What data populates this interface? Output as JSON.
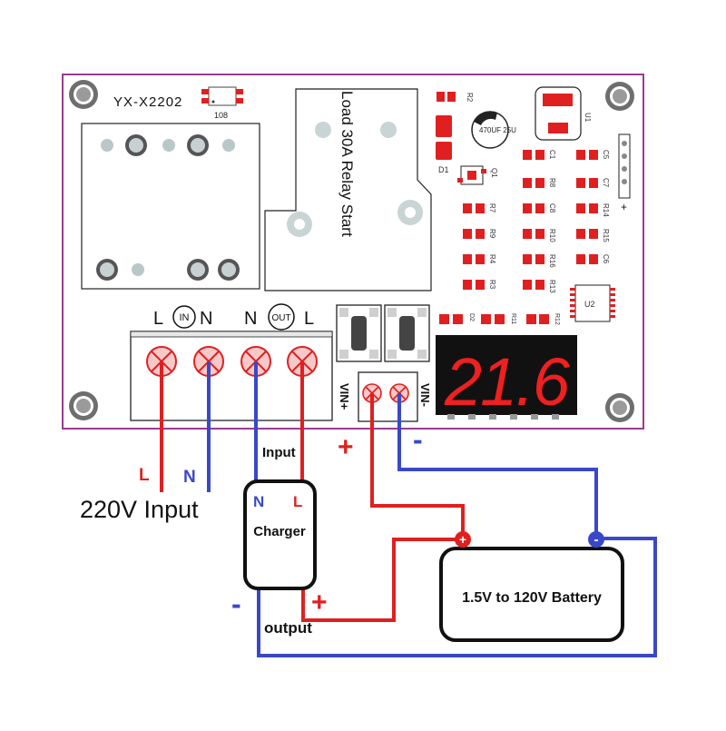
{
  "board": {
    "model": "YX-X2202",
    "chip_label": "108",
    "relay_label": "Load 30A Relay Start",
    "in_label": "IN",
    "out_label": "OUT",
    "in_l": "L",
    "in_n": "N",
    "out_n": "N",
    "out_l": "L",
    "vin_plus_label": "VIN+",
    "vin_minus_label": "VIN-",
    "display_value": "21.6",
    "capacitor_label": "470UF 25U",
    "components": {
      "r2": "R2",
      "d1": "D1",
      "q1": "Q1",
      "u1": "U1",
      "u2": "U2",
      "c1": "C1",
      "c5": "C5",
      "r8": "R8",
      "c7": "C7",
      "c8": "C8",
      "r14": "R14",
      "r7": "R7",
      "r10": "R10",
      "r15": "R15",
      "r9": "R9",
      "r16": "R16",
      "c6": "C6",
      "r4": "R4",
      "r3": "R3",
      "r13": "R13",
      "d2": "D2",
      "r11": "R11",
      "r12": "R12",
      "plus_mark": "+"
    }
  },
  "wiring": {
    "input_l": "L",
    "input_n": "N",
    "input_caption": "220V Input",
    "charger_title": "Charger",
    "charger_input_label": "Input",
    "charger_n": "N",
    "charger_l": "L",
    "charger_output_label": "output",
    "charger_plus": "+",
    "charger_minus": "-",
    "vin_plus_mark": "+",
    "vin_minus_mark": "-",
    "battery_label": "1.5V to 120V Battery",
    "battery_plus": "+",
    "battery_minus": "-"
  },
  "colors": {
    "board_outline": "#9b3b8f",
    "wire_red": "#e02020",
    "wire_blue": "#3a48c8",
    "display_bg": "#111111",
    "display_digit": "#ee2020",
    "smd_pad": "#e02020"
  }
}
